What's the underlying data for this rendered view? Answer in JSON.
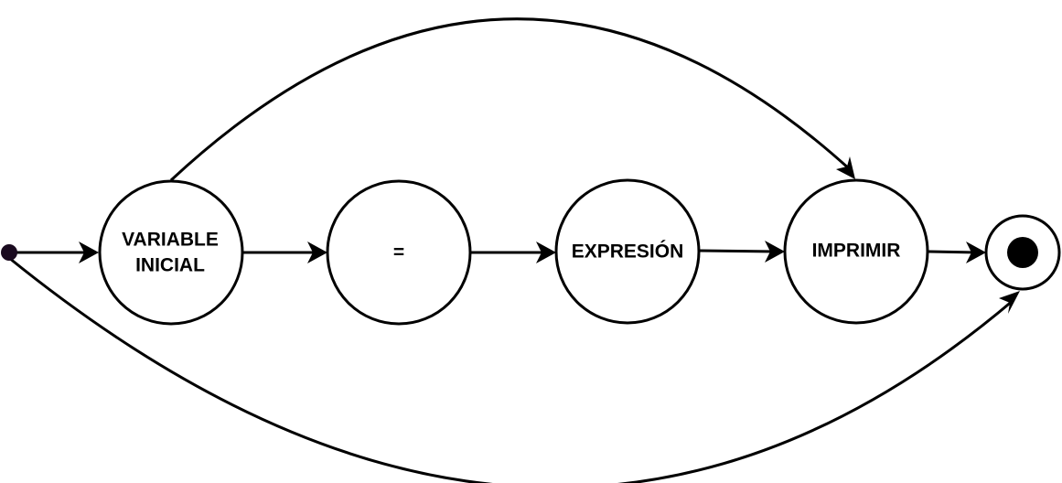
{
  "diagram": {
    "type": "state-flow",
    "colors": {
      "stroke": "#000000",
      "fill": "#ffffff",
      "start_dot": "#1a0a1f"
    },
    "nodes": {
      "variable_inicial": {
        "line1": "VARIABLE",
        "line2": "INICIAL"
      },
      "equals": {
        "label": "="
      },
      "expresion": {
        "label": "EXPRESIÓN"
      },
      "imprimir": {
        "label": "IMPRIMIR"
      },
      "final": {
        "icon": "final-state-icon"
      }
    },
    "start": {
      "icon": "initial-state-dot"
    },
    "edges": [
      {
        "from": "start",
        "to": "variable_inicial"
      },
      {
        "from": "variable_inicial",
        "to": "equals"
      },
      {
        "from": "equals",
        "to": "expresion"
      },
      {
        "from": "expresion",
        "to": "imprimir"
      },
      {
        "from": "imprimir",
        "to": "final"
      },
      {
        "from": "variable_inicial",
        "to": "imprimir",
        "style": "arc-top"
      },
      {
        "from": "start",
        "to": "final",
        "style": "arc-bottom"
      }
    ]
  }
}
